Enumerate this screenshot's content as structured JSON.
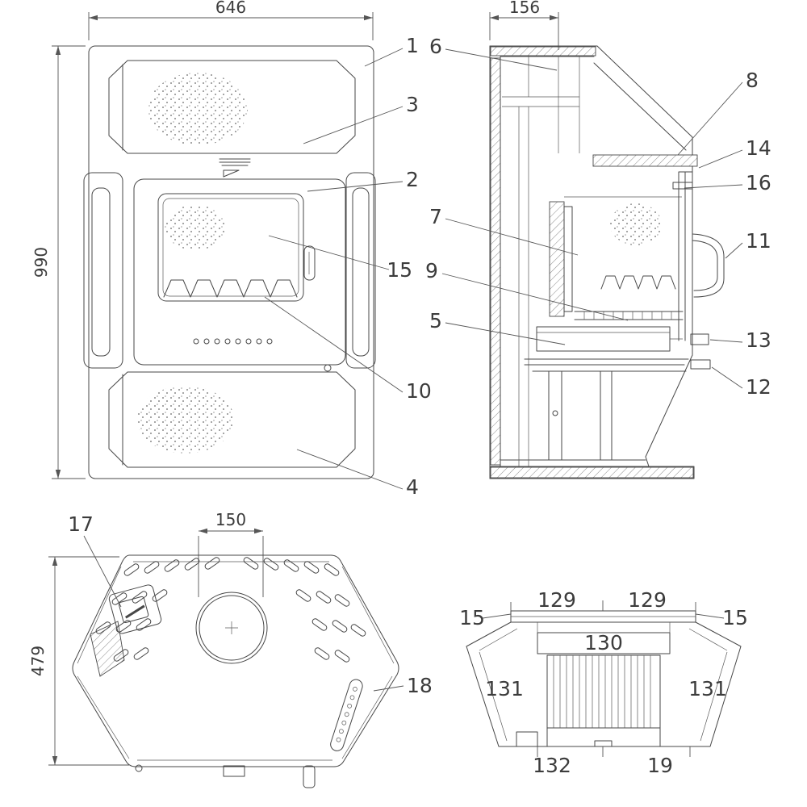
{
  "drawing": {
    "front": {
      "dim_width": "646",
      "dim_height": "990",
      "parts": {
        "p1": "1",
        "p2": "2",
        "p3": "3",
        "p4": "4",
        "p10": "10",
        "p15": "15"
      }
    },
    "side": {
      "dim_depth": "156",
      "parts": {
        "p5": "5",
        "p6": "6",
        "p7": "7",
        "p8": "8",
        "p9": "9",
        "p11": "11",
        "p12": "12",
        "p13": "13",
        "p14": "14",
        "p16": "16"
      }
    },
    "top": {
      "dim_flue": "150",
      "dim_depth": "479",
      "parts": {
        "p17": "17",
        "p18": "18"
      }
    },
    "rear": {
      "parts": {
        "p129_left": "129",
        "p129_right": "129",
        "p15_left": "15",
        "p15_right": "15",
        "p130": "130",
        "p131_left": "131",
        "p131_right": "131",
        "p132": "132",
        "p19": "19"
      }
    }
  }
}
